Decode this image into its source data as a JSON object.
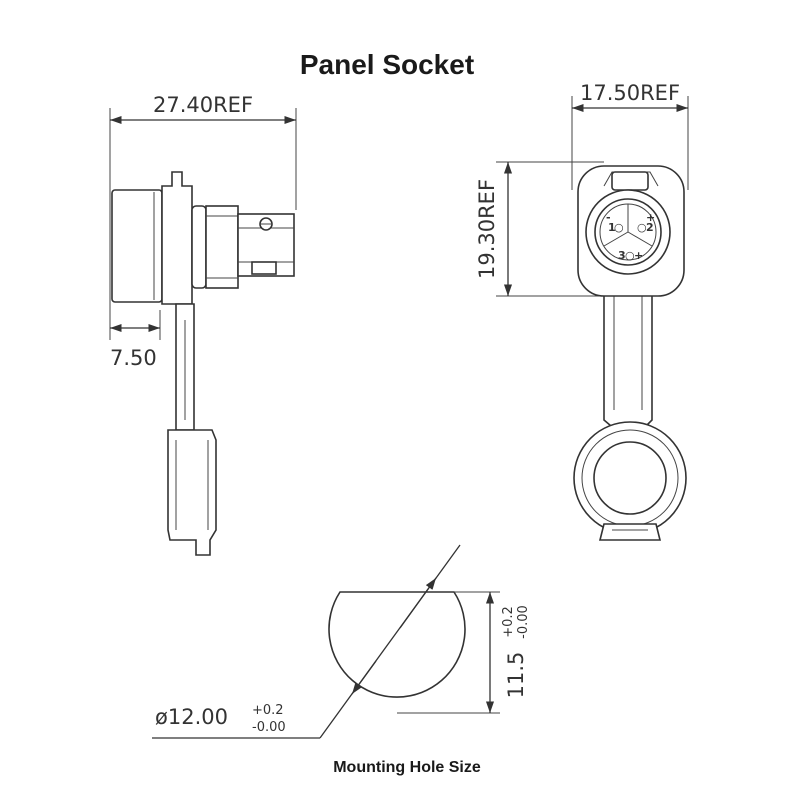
{
  "title": "Panel  Socket",
  "side_view": {
    "overall_length": "27.40REF",
    "flange_depth": "7.50"
  },
  "front_view": {
    "width": "17.50REF",
    "height": "19.30REF",
    "pin_labels": [
      "1",
      "2",
      "3"
    ],
    "pin_marks": [
      "○",
      "○",
      "○"
    ],
    "pin_symbols": [
      "-",
      "+",
      "+"
    ]
  },
  "mounting_hole": {
    "diameter": "ø12.00",
    "diameter_tol_upper": "+0.2",
    "diameter_tol_lower": "-0.00",
    "flat_height": "11.5",
    "flat_tol_upper": "+0.2",
    "flat_tol_lower": "-0.00",
    "caption": "Mounting Hole Size"
  },
  "colors": {
    "line": "#333333",
    "background": "#ffffff"
  }
}
